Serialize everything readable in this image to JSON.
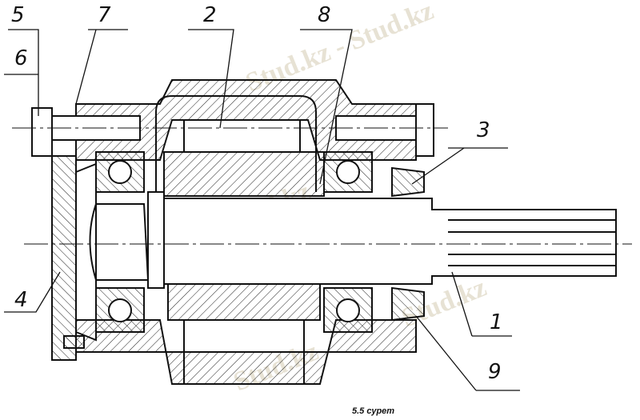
{
  "figure": {
    "caption": "5.5 сурет",
    "watermark": "Stud.kz",
    "watermark_long": "Stud.kz - Stud.kz",
    "labels": {
      "l1": "1",
      "l2": "2",
      "l3": "3",
      "l4": "4",
      "l5": "5",
      "l6": "6",
      "l7": "7",
      "l8": "8",
      "l9": "9"
    }
  }
}
